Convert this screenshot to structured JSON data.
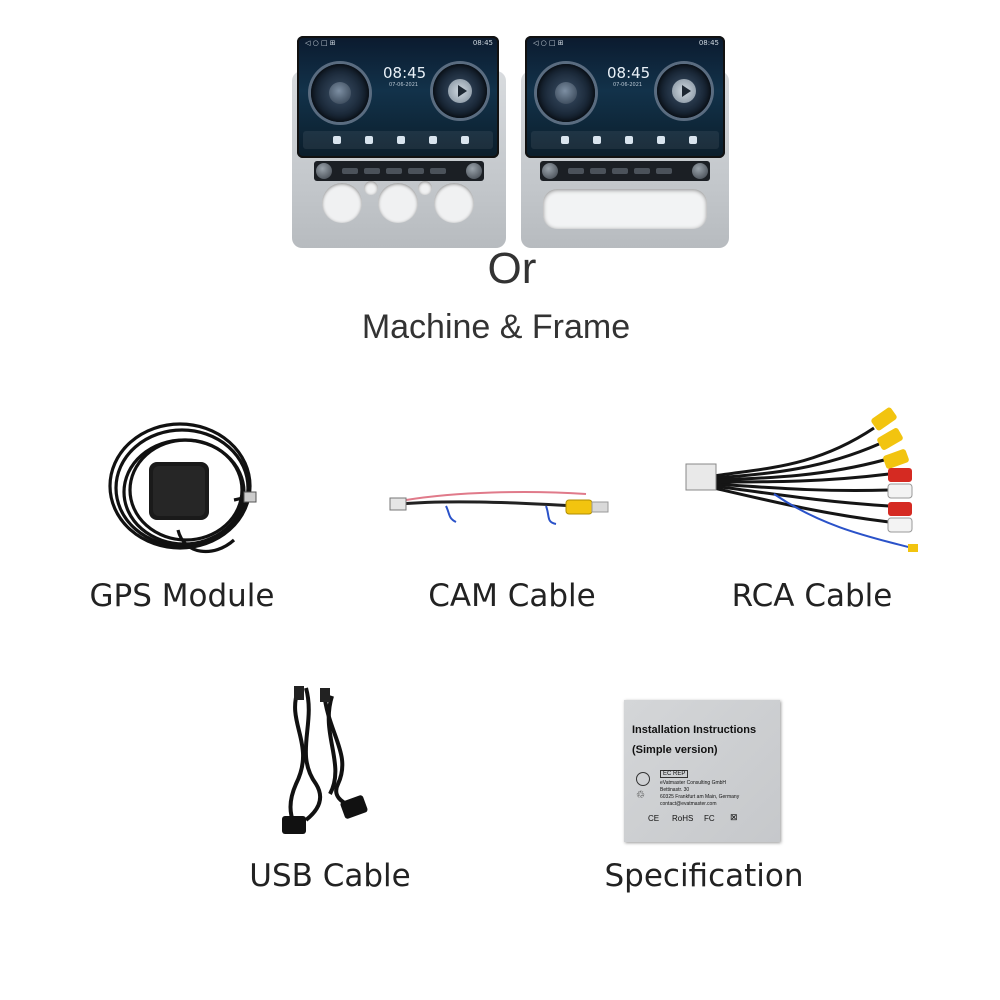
{
  "machine": {
    "left": {
      "statusbar_time": "08:45",
      "clock": "08:45",
      "date": "07-06-2021"
    },
    "right": {
      "statusbar_time": "08:45",
      "clock": "08:45",
      "date": "07-06-2021"
    }
  },
  "texts": {
    "or": "Or",
    "machine_frame": "Machine & Frame"
  },
  "items": [
    {
      "label": "GPS Module"
    },
    {
      "label": "CAM Cable"
    },
    {
      "label": "RCA Cable"
    },
    {
      "label": "USB Cable"
    },
    {
      "label": "Specification"
    }
  ],
  "spec_sheet": {
    "title": "Installation Instructions",
    "subtitle": "(Simple version)",
    "ec_rep": "EC REP",
    "company": "eVatmaster Consulting GmbH",
    "street": "Bettinastr. 30",
    "city": "60325 Frankfurt am Main, Germany",
    "email": "contact@evatmaster.com",
    "marks": [
      "CE",
      "RoHS",
      "FC"
    ]
  },
  "colors": {
    "text_dark": "#222222",
    "rca_yellow": "#f2c40f",
    "rca_red": "#d52a22",
    "rca_white": "#f3f3f3",
    "wire_black": "#151515"
  }
}
